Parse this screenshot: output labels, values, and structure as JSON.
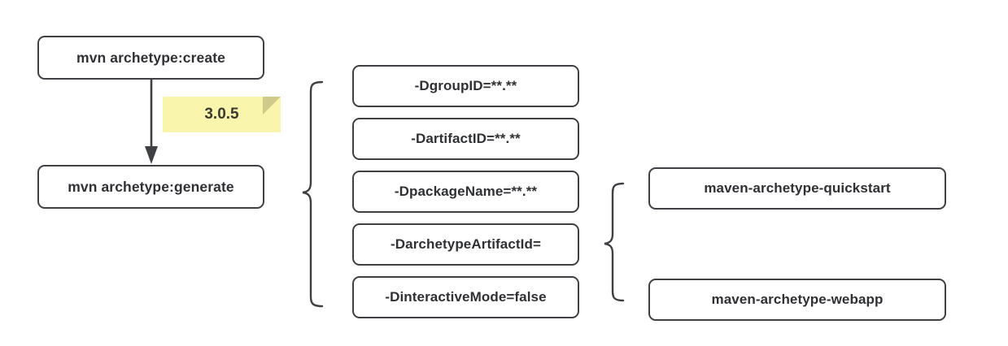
{
  "diagram": {
    "title": "mvn archetype command diagram",
    "colors": {
      "background": "#ffffff",
      "stroke": "#3f4043",
      "text": "#2f3033",
      "note_fill": "#faf5ad",
      "note_fold": "#cfc98a"
    },
    "commands": [
      {
        "id": "create",
        "label": "mvn archetype:create"
      },
      {
        "id": "generate",
        "label": "mvn archetype:generate"
      }
    ],
    "version_note": {
      "label": "3.0.5"
    },
    "arrow": {
      "from": "mvn archetype:create",
      "to": "mvn archetype:generate"
    },
    "parameters": [
      {
        "id": "groupId",
        "label": "-DgroupID=**.**"
      },
      {
        "id": "artifactId",
        "label": "-DartifactID=**.**"
      },
      {
        "id": "packageName",
        "label": "-DpackageName=**.**"
      },
      {
        "id": "archetypeArtifactId",
        "label": "-DarchetypeArtifactId="
      },
      {
        "id": "interactiveMode",
        "label": "-DinteractiveMode=false"
      }
    ],
    "archetypes": [
      {
        "id": "quickstart",
        "label": "maven-archetype-quickstart"
      },
      {
        "id": "webapp",
        "label": "maven-archetype-webapp"
      }
    ],
    "braces": [
      {
        "id": "parameters-brace",
        "name": "brace-parameters"
      },
      {
        "id": "archetypes-brace",
        "name": "brace-archetypes"
      }
    ]
  }
}
